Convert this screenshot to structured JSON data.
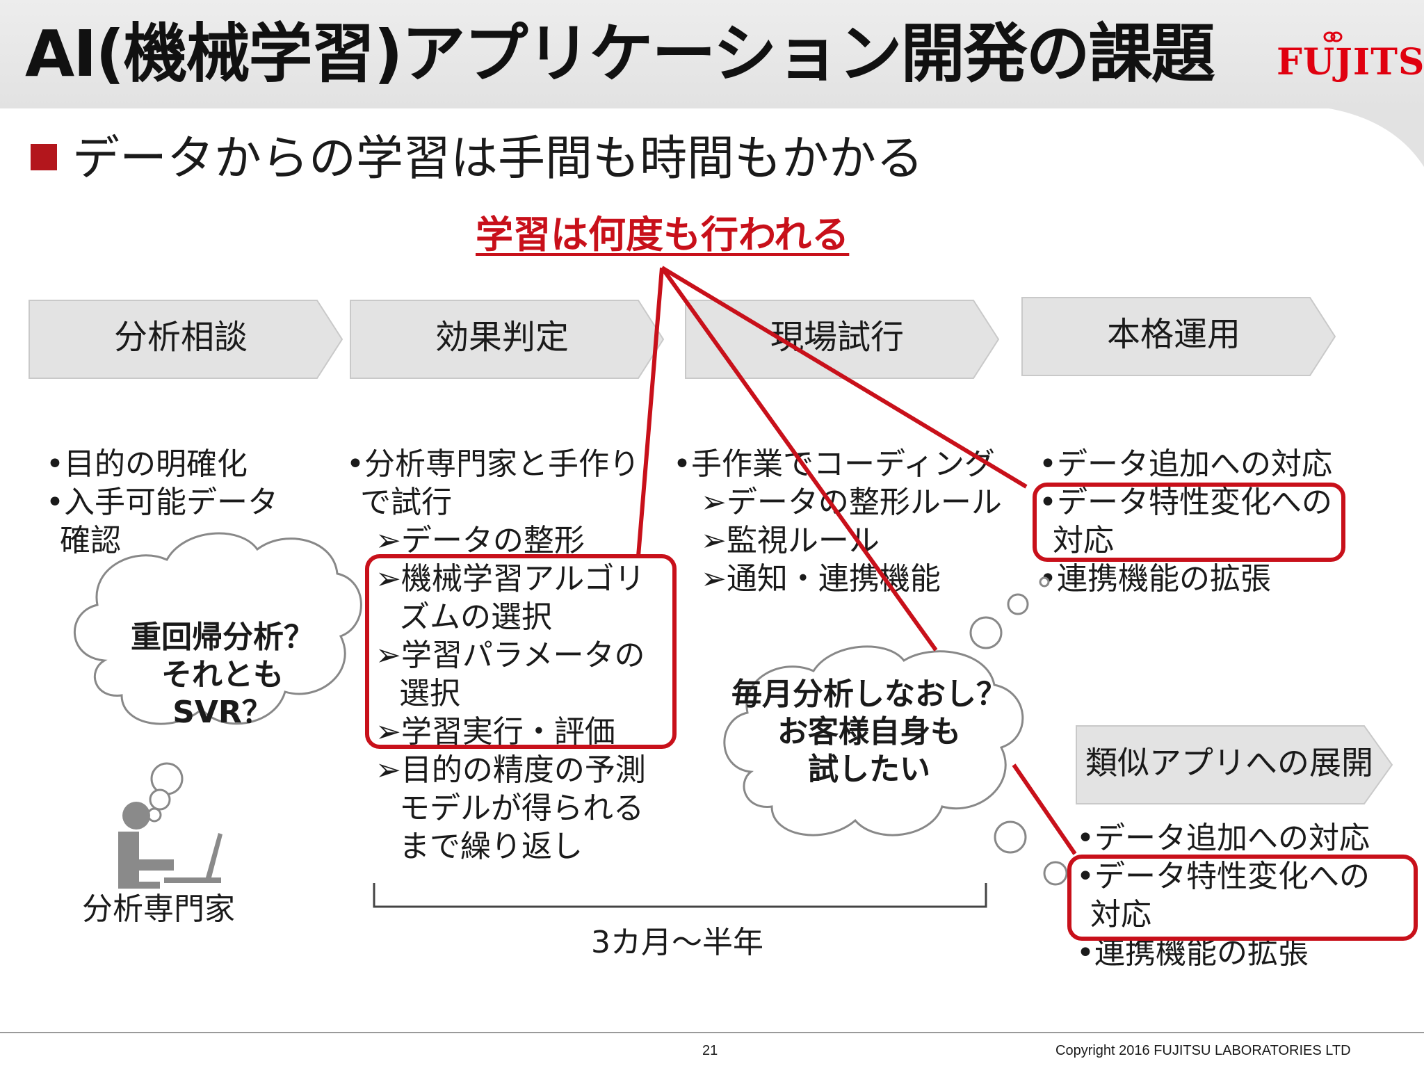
{
  "slide": {
    "title": "AI(機械学習)アプリケーション開発の課題",
    "logo": "FUJITSU",
    "subtitle": "データからの学習は手間も時間もかかる",
    "emphasis": "学習は何度も行われる"
  },
  "stages": [
    {
      "label": "分析相談"
    },
    {
      "label": "効果判定"
    },
    {
      "label": "現場試行"
    },
    {
      "label": "本格運用"
    }
  ],
  "extra_stage": {
    "label": "類似アプリへの展開"
  },
  "columns": {
    "consult": [
      "•目的の明確化",
      "•入手可能データ",
      "確認"
    ],
    "evaluate": {
      "intro": [
        "•分析専門家と手作り",
        "で試行"
      ],
      "items": [
        "➢データの整形",
        "➢機械学習アルゴリ",
        "ズムの選択",
        "➢学習パラメータの",
        "選択",
        "➢学習実行・評価",
        "➢目的の精度の予測",
        "モデルが得られる",
        "まで繰り返し"
      ]
    },
    "trial": [
      "•手作業でコーディング",
      "➢データの整形ルール",
      "➢監視ルール",
      "➢通知・連携機能"
    ],
    "operation": [
      "•データ追加への対応",
      "•データ特性変化への",
      "対応",
      "•連携機能の拡張"
    ],
    "deploy": [
      "•データ追加への対応",
      "•データ特性変化への",
      "対応",
      "•連携機能の拡張"
    ]
  },
  "bubbles": {
    "expert": [
      "重回帰分析？",
      "それとも",
      "SVR？"
    ],
    "customer": [
      "毎月分析しなおし？",
      "お客様自身も",
      "試したい"
    ]
  },
  "expert_label": "分析専門家",
  "duration": "3カ月～半年",
  "footer": {
    "page_number": "21",
    "copyright": "Copyright 2016 FUJITSU LABORATORIES LTD"
  },
  "colors": {
    "accent_red": "#c8101a",
    "bullet_red": "#b3161c",
    "logo_red": "#e0000f",
    "arrow_fill": "#e3e3e3"
  },
  "icons": [
    "person-at-laptop-icon",
    "thought-bubble-icon"
  ]
}
